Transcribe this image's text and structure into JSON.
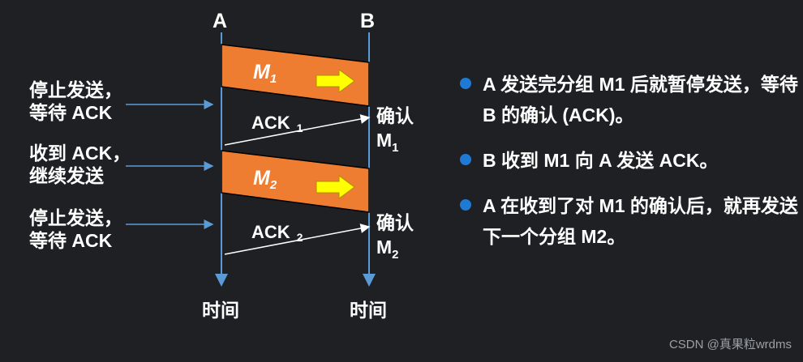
{
  "diagram": {
    "node_a": "A",
    "node_b": "B",
    "time_a": "时间",
    "time_b": "时间",
    "left_notes": [
      {
        "line1": "停止发送，",
        "line2": "等待 ACK"
      },
      {
        "line1": "收到 ACK，",
        "line2": "继续发送"
      },
      {
        "line1": "停止发送，",
        "line2": "等待 ACK"
      }
    ],
    "messages": [
      {
        "text": "M",
        "sub": "1"
      },
      {
        "text": "M",
        "sub": "2"
      }
    ],
    "acks": [
      {
        "text": "ACK",
        "sub": "1"
      },
      {
        "text": "ACK",
        "sub": "2"
      }
    ],
    "confirms": [
      {
        "line1": "确认",
        "text": "M",
        "sub": "1"
      },
      {
        "line1": "确认",
        "text": "M",
        "sub": "2"
      }
    ],
    "colors": {
      "packet": "#ee7d31",
      "arrow": "#ffff00",
      "timeline": "#5b9bd5",
      "bullet": "#1f7ad4"
    }
  },
  "bullets": [
    "A 发送完分组 M1 后就暂停发送，等待 B 的确认 (ACK)。",
    "B 收到 M1 向 A 发送  ACK。",
    "A 在收到了对 M1 的确认后，就再发送下一个分组  M2。"
  ],
  "watermark": "CSDN @真果粒wrdms"
}
